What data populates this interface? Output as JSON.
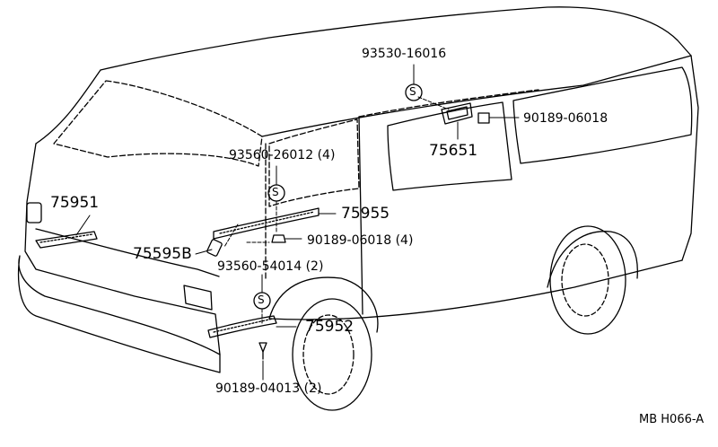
{
  "diagram": {
    "code": "MB H066-A",
    "callouts": [
      {
        "id": "p1",
        "text": "93530-16016"
      },
      {
        "id": "p2",
        "text": "90189-06018"
      },
      {
        "id": "p3",
        "text": "75651"
      },
      {
        "id": "p4",
        "text": "93560-26012 (4)"
      },
      {
        "id": "p5",
        "text": "75951"
      },
      {
        "id": "p6",
        "text": "75955"
      },
      {
        "id": "p7",
        "text": "90189-06018 (4)"
      },
      {
        "id": "p8",
        "text": "75595B"
      },
      {
        "id": "p9",
        "text": "93560-54014 (2)"
      },
      {
        "id": "p10",
        "text": "75952"
      },
      {
        "id": "p11",
        "text": "90189-04013 (2)"
      }
    ],
    "markers": [
      {
        "id": "m1",
        "symbol": "S"
      },
      {
        "id": "m2",
        "symbol": "S"
      },
      {
        "id": "m3",
        "symbol": "S"
      }
    ]
  }
}
